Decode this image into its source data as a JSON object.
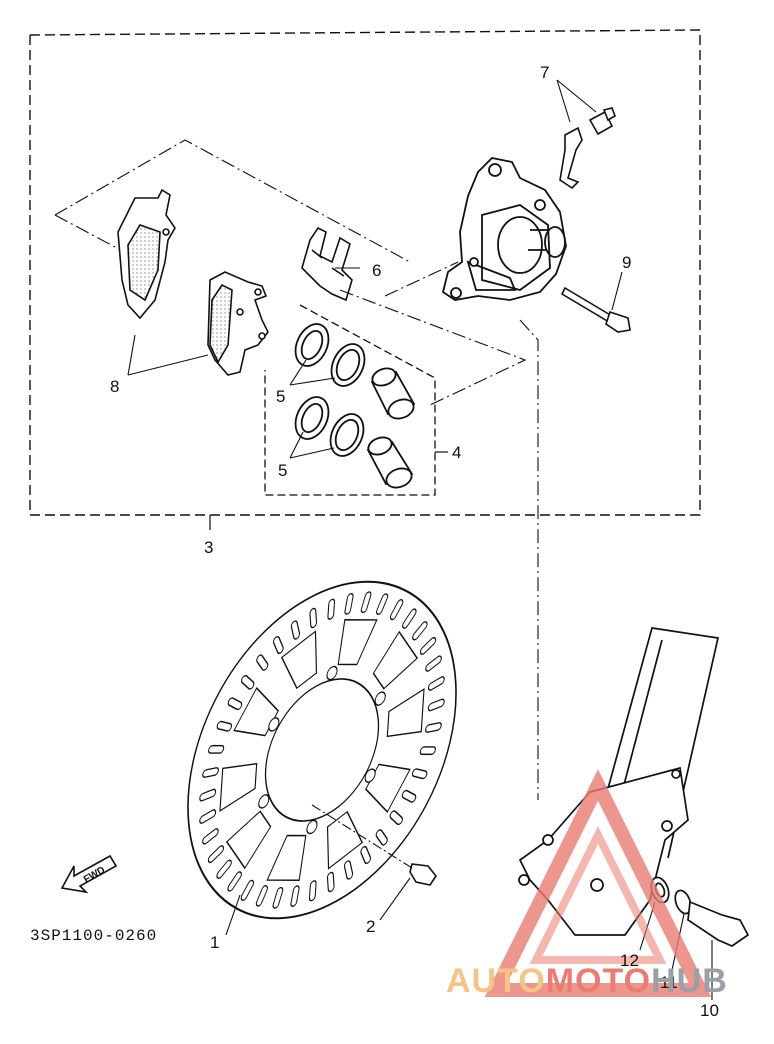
{
  "diagram_code": "3SP1100-0260",
  "direction_label": "FWD",
  "part_labels": {
    "p1": "1",
    "p2": "2",
    "p3": "3",
    "p4": "4",
    "p5a": "5",
    "p5b": "5",
    "p6": "6",
    "p7": "7",
    "p8": "8",
    "p9": "9",
    "p10": "10",
    "p11": "11",
    "p12": "12"
  },
  "watermark": {
    "part1": "AUTO",
    "part2": "MOTO",
    "part3": "HUB",
    "color_auto": "#f5c48a",
    "color_moto": "#e97d72",
    "color_hub": "#9aa0a6"
  }
}
